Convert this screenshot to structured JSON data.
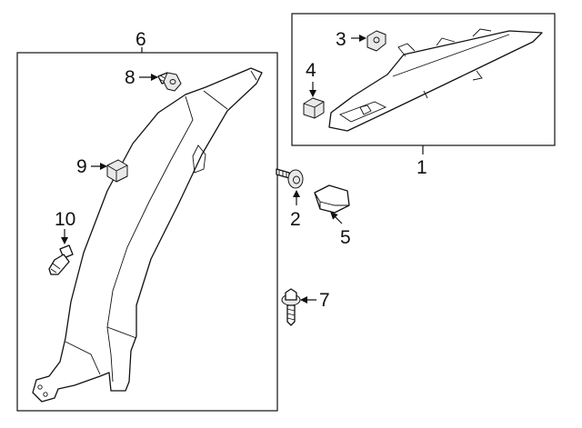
{
  "callouts": {
    "c1": "1",
    "c2": "2",
    "c3": "3",
    "c4": "4",
    "c5": "5",
    "c6": "6",
    "c7": "7",
    "c8": "8",
    "c9": "9",
    "c10": "10"
  },
  "colors": {
    "line": "#111111",
    "background": "#ffffff",
    "part_fill": "#ffffff",
    "part_shade": "#e9e9e9"
  }
}
